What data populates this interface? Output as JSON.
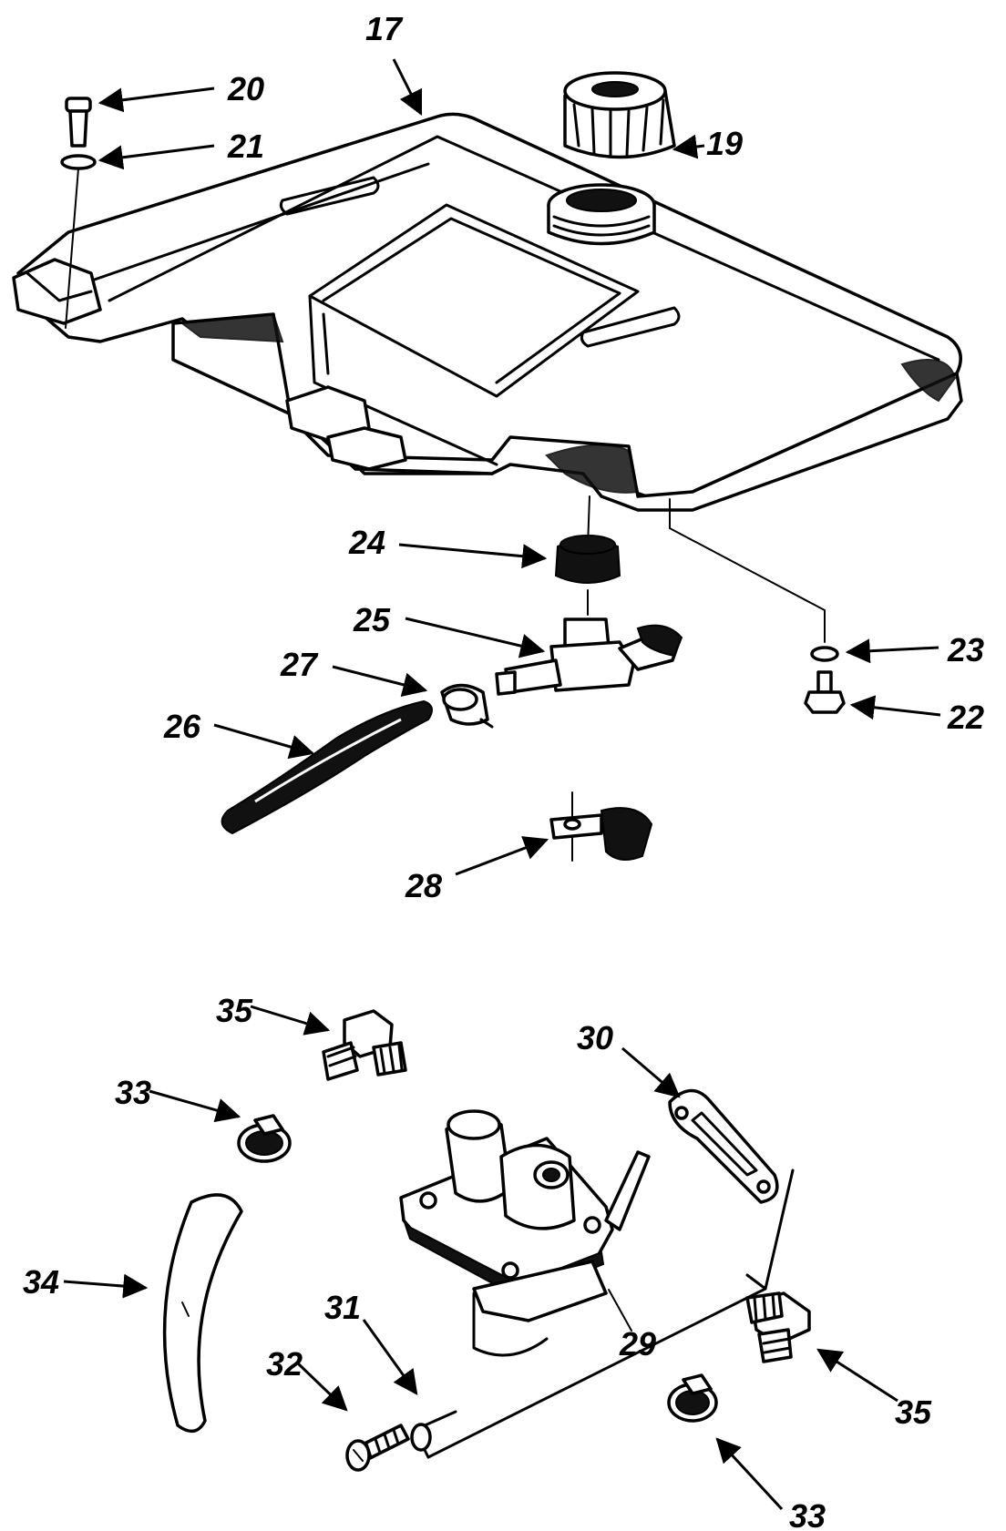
{
  "diagram": {
    "callouts": [
      {
        "id": "17",
        "label": "17"
      },
      {
        "id": "19",
        "label": "19"
      },
      {
        "id": "20",
        "label": "20"
      },
      {
        "id": "21",
        "label": "21"
      },
      {
        "id": "22",
        "label": "22"
      },
      {
        "id": "23",
        "label": "23"
      },
      {
        "id": "24",
        "label": "24"
      },
      {
        "id": "25",
        "label": "25"
      },
      {
        "id": "26",
        "label": "26"
      },
      {
        "id": "27",
        "label": "27"
      },
      {
        "id": "28",
        "label": "28"
      },
      {
        "id": "29",
        "label": "29"
      },
      {
        "id": "30",
        "label": "30"
      },
      {
        "id": "31",
        "label": "31"
      },
      {
        "id": "32",
        "label": "32"
      },
      {
        "id": "33a",
        "label": "33"
      },
      {
        "id": "33b",
        "label": "33"
      },
      {
        "id": "34",
        "label": "34"
      },
      {
        "id": "35a",
        "label": "35"
      },
      {
        "id": "35b",
        "label": "35"
      }
    ]
  }
}
